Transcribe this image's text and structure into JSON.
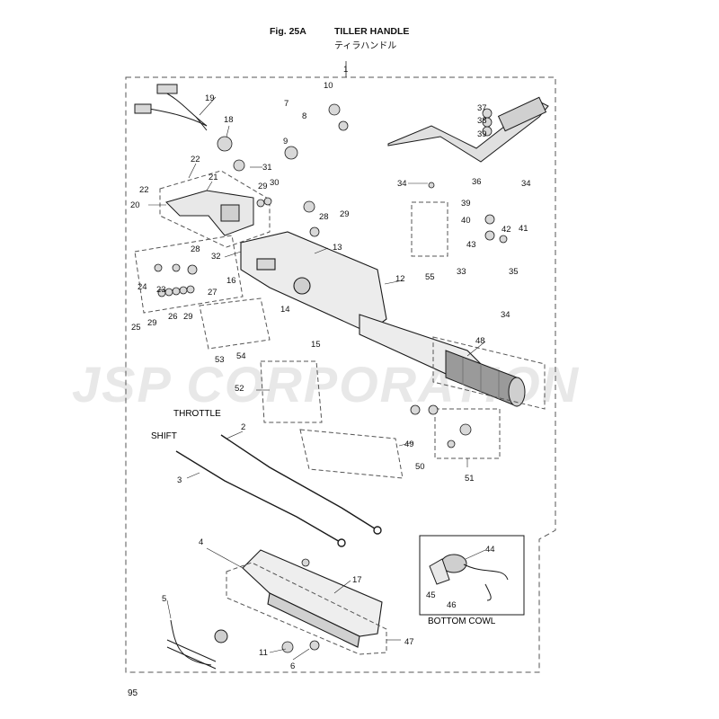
{
  "header": {
    "fig_label": "Fig. 25A",
    "title": "TILLER HANDLE",
    "title_jp": "ティラハンドル"
  },
  "page_number": "95",
  "watermark": "JSP CORPORATION",
  "labels": {
    "throttle": "THROTTLE",
    "shift": "SHIFT",
    "bottom_cowl": "BOTTOM COWL"
  },
  "callouts": [
    "1",
    "2",
    "3",
    "4",
    "5",
    "6",
    "7",
    "8",
    "9",
    "10",
    "11",
    "12",
    "13",
    "14",
    "15",
    "16",
    "17",
    "18",
    "19",
    "20",
    "21",
    "22",
    "22",
    "23",
    "24",
    "25",
    "26",
    "27",
    "28",
    "28",
    "29",
    "29",
    "29",
    "29",
    "30",
    "31",
    "32",
    "33",
    "34",
    "34",
    "34",
    "35",
    "36",
    "37",
    "38",
    "39",
    "39",
    "40",
    "41",
    "42",
    "43",
    "44",
    "45",
    "46",
    "47",
    "48",
    "49",
    "50",
    "51",
    "52",
    "53",
    "54",
    "55"
  ],
  "colors": {
    "line": "#1a1a1a",
    "dashed": "#555555",
    "part_fill": "#e6e6e6",
    "dark_fill": "#6a6a6a"
  }
}
